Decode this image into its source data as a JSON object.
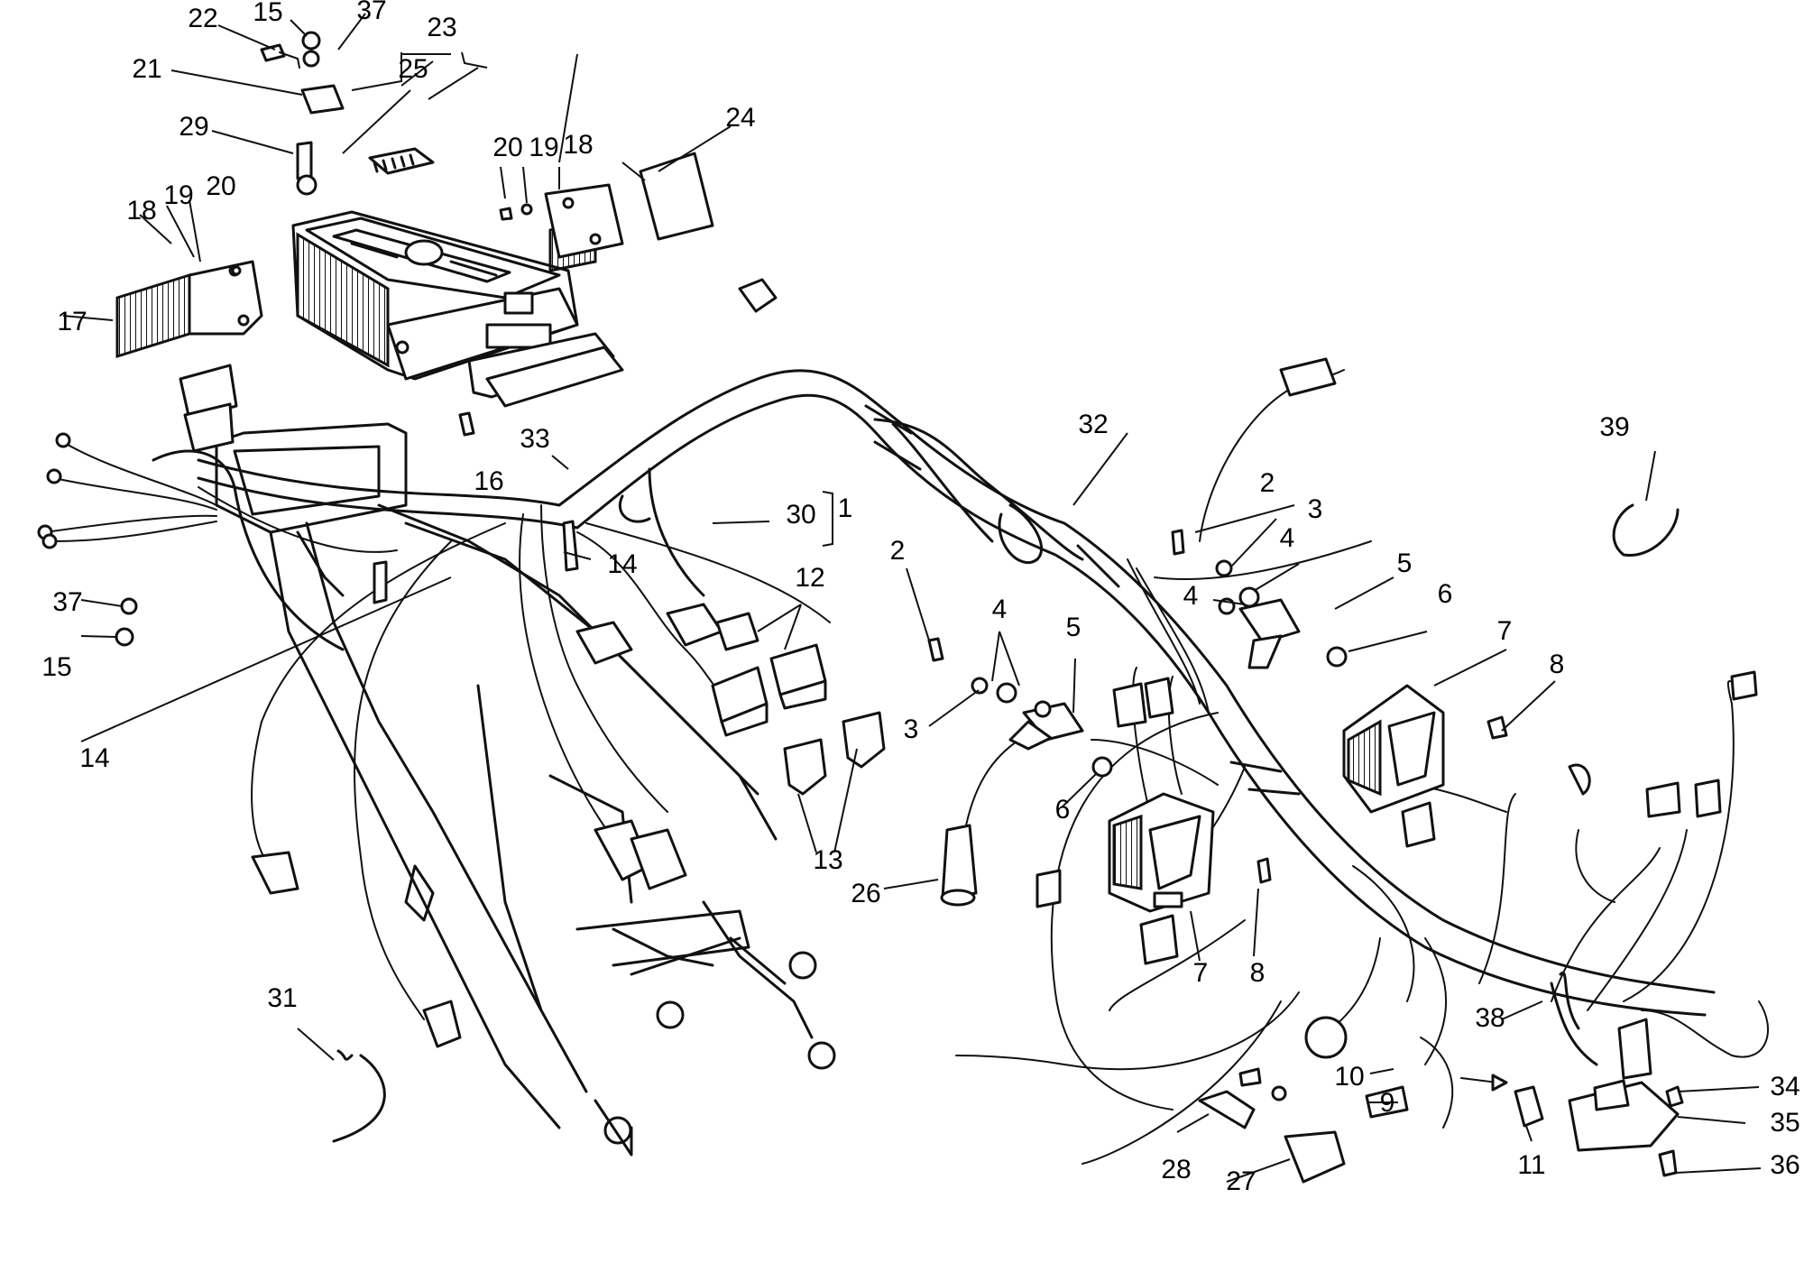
{
  "callouts": [
    {
      "text": "22"
    },
    {
      "text": "15"
    },
    {
      "text": "37"
    },
    {
      "text": "23"
    },
    {
      "text": "21"
    },
    {
      "text": "25"
    },
    {
      "text": "29"
    },
    {
      "text": "20"
    },
    {
      "text": "19"
    },
    {
      "text": "18"
    },
    {
      "text": "24"
    },
    {
      "text": "18"
    },
    {
      "text": "19"
    },
    {
      "text": "20"
    },
    {
      "text": "17"
    },
    {
      "text": "33"
    },
    {
      "text": "16"
    },
    {
      "text": "32"
    },
    {
      "text": "39"
    },
    {
      "text": "30"
    },
    {
      "text": "1"
    },
    {
      "text": "2"
    },
    {
      "text": "14"
    },
    {
      "text": "37"
    },
    {
      "text": "15"
    },
    {
      "text": "3"
    },
    {
      "text": "4"
    },
    {
      "text": "5"
    },
    {
      "text": "6"
    },
    {
      "text": "4"
    },
    {
      "text": "12"
    },
    {
      "text": "2"
    },
    {
      "text": "4"
    },
    {
      "text": "5"
    },
    {
      "text": "7"
    },
    {
      "text": "8"
    },
    {
      "text": "14"
    },
    {
      "text": "3"
    },
    {
      "text": "6"
    },
    {
      "text": "13"
    },
    {
      "text": "26"
    },
    {
      "text": "7"
    },
    {
      "text": "8"
    },
    {
      "text": "38"
    },
    {
      "text": "31"
    },
    {
      "text": "10"
    },
    {
      "text": "34"
    },
    {
      "text": "9"
    },
    {
      "text": "35"
    },
    {
      "text": "28"
    },
    {
      "text": "27"
    },
    {
      "text": "11"
    },
    {
      "text": "36"
    }
  ]
}
